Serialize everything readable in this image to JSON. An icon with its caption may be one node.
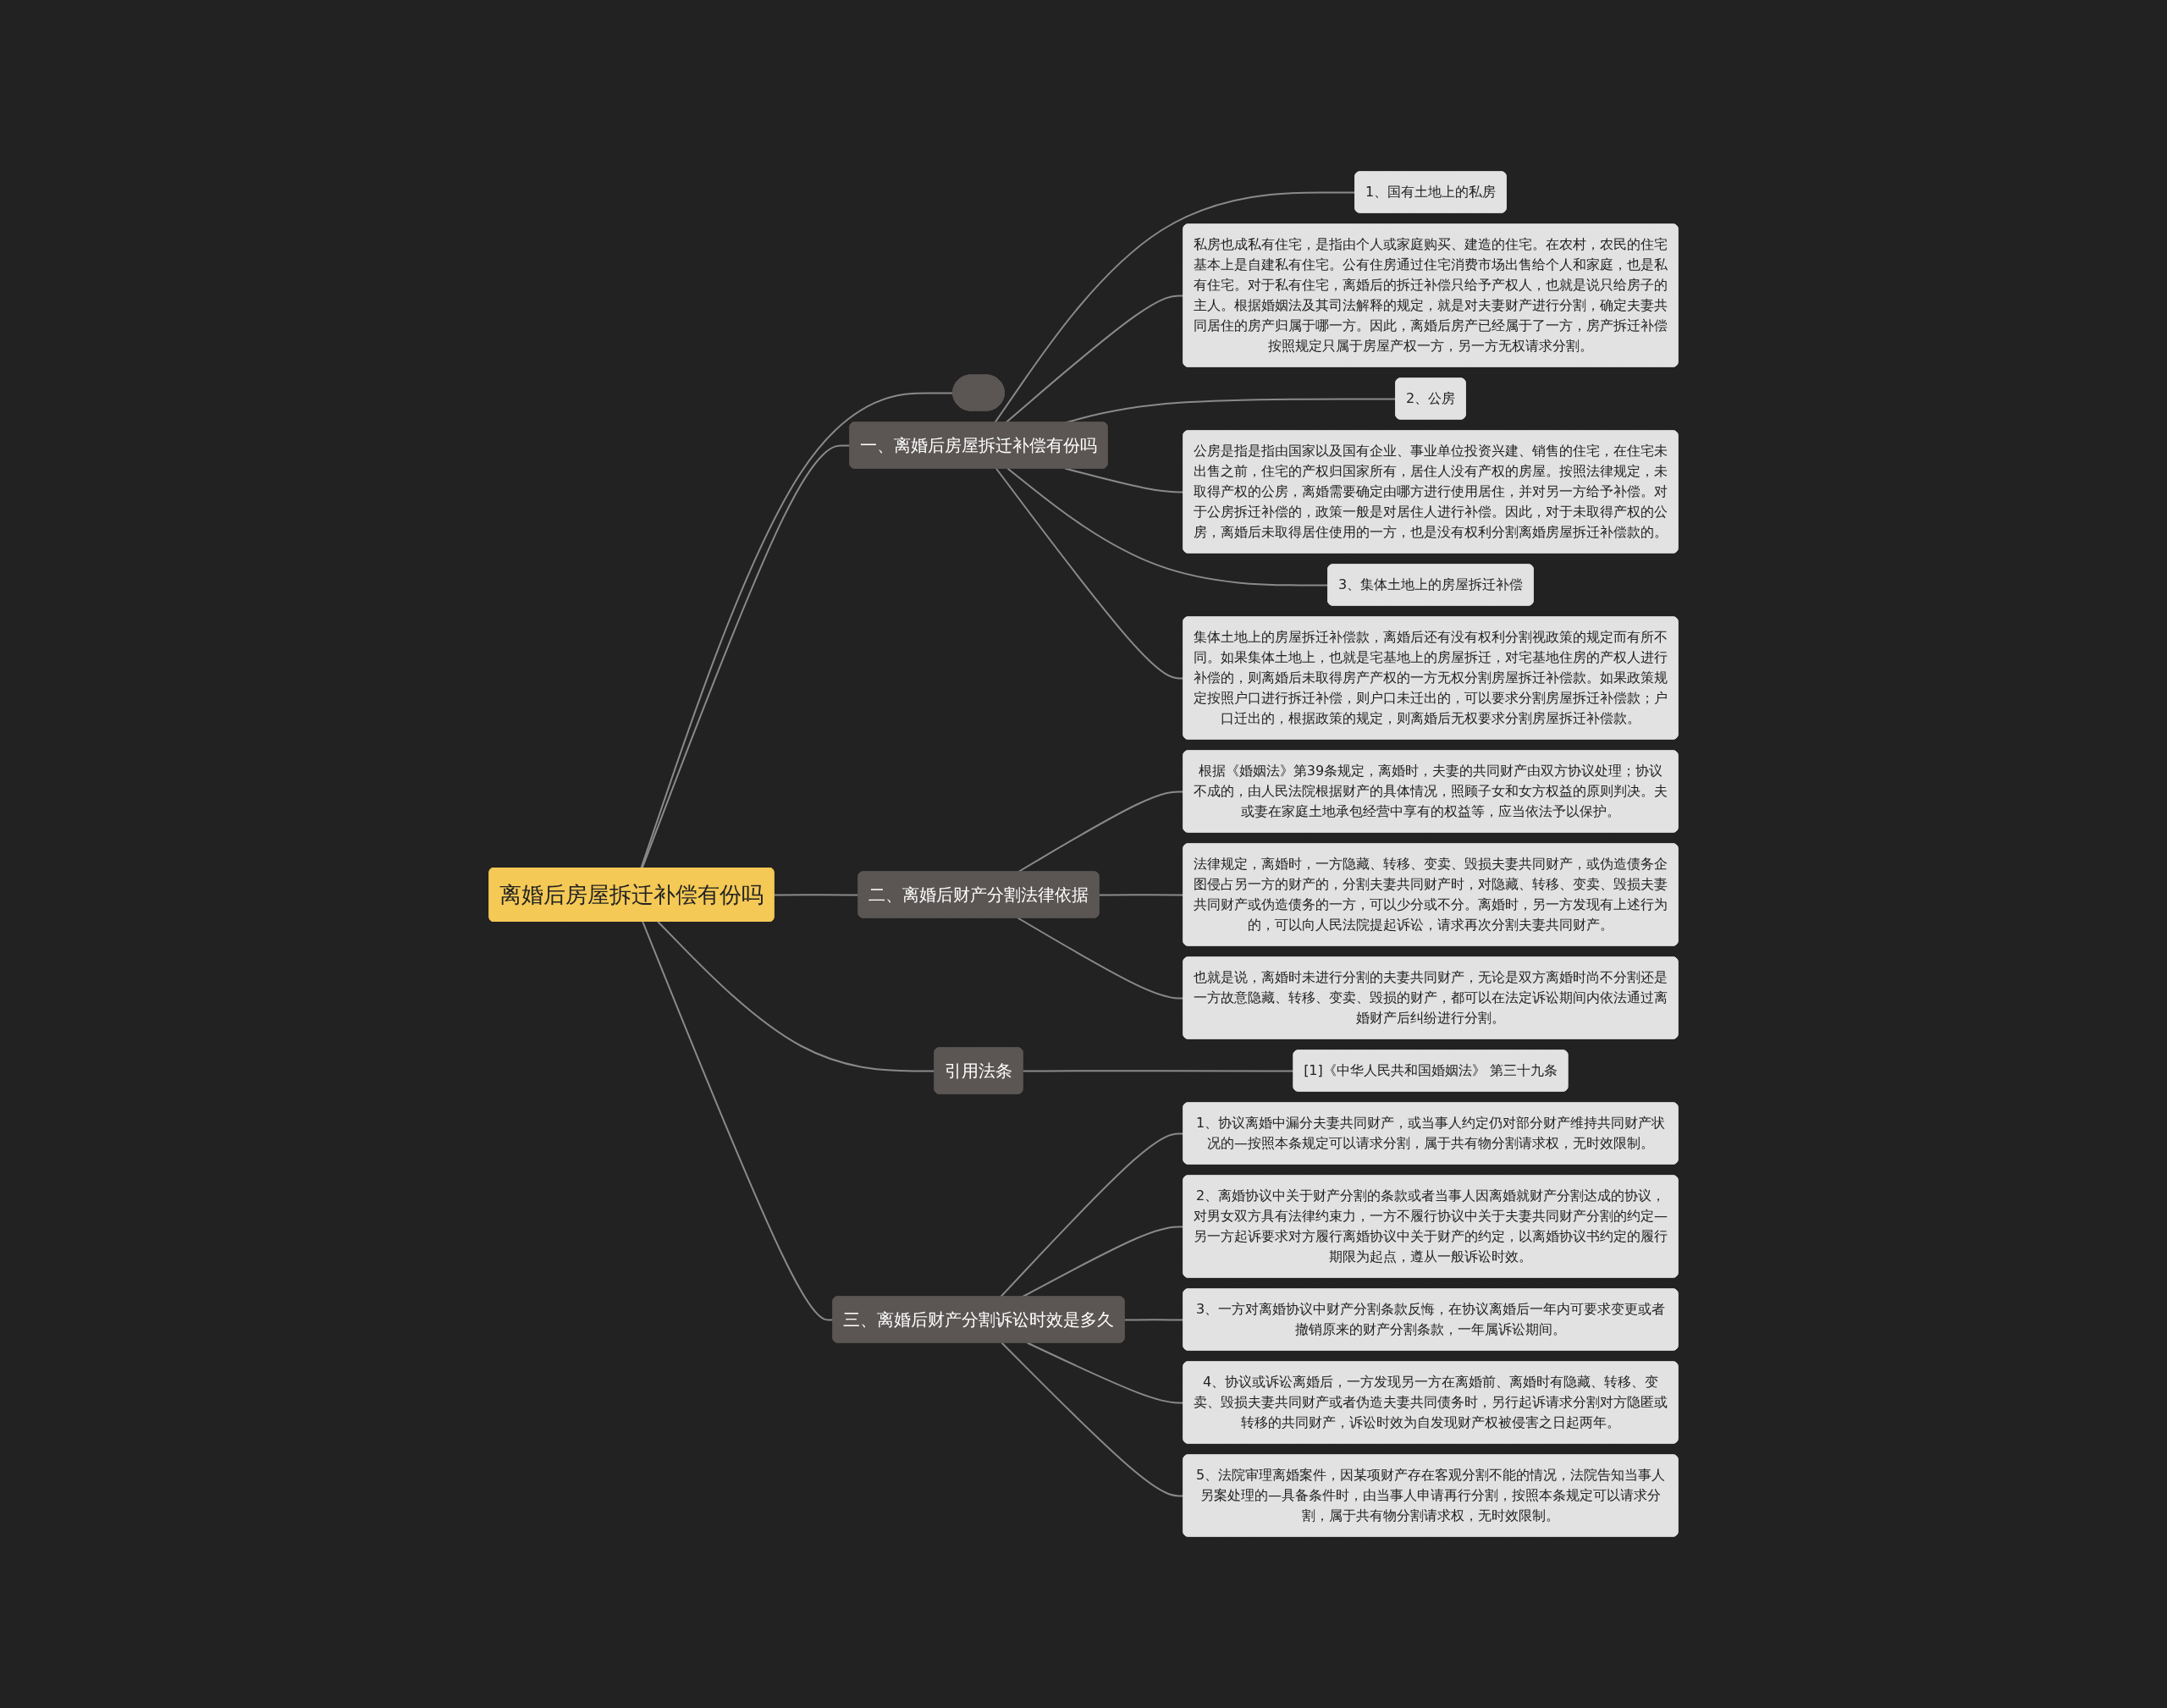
{
  "diagram": {
    "nodes": [
      {
        "text": [
          "离婚后房屋拆迁补偿有份吗"
        ]
      },
      {
        "text": [],
        "shape": "box"
      },
      {
        "text": [
          "一、离婚后房屋拆迁补偿有份吗"
        ]
      },
      {
        "text": [
          "1、国有土地上的私房"
        ]
      },
      {
        "text": [
          "私房也成私有住宅，是指由个人或家庭购买、建造的住宅。在农村，农民的住宅基本上是自建私有住宅。公有住房通过住宅消费市场出售给个人和家庭，也是私有住宅。对于私有住宅，离婚后的拆迁补偿只给予产权人，也就是说只给房子的主人。根据婚姻法及其司法解释的规定，就是对夫妻财产进行分割，确定夫妻共同居住的房产归属于哪一方。因此，离婚后房产已经属于了一方，房产拆迁补偿按照规定只属于房屋产权一方，另一方无权请求分割。"
        ]
      },
      {
        "text": [
          "2、公房"
        ]
      },
      {
        "text": [
          "公房是指是指由国家以及国有企业、事业单位投资兴建、销售的住宅，在住宅未出售之前，住宅的产权归国家所有，居住人没有产权的房屋。按照法律规定，未取得产权的公房，离婚需要确定由哪方进行使用居住，并对另一方给予补偿。对于公房拆迁补偿的，政策一般是对居住人进行补偿。因此，对于未取得产权的公房，离婚后未取得居住使用的一方，也是没有权利分割离婚房屋拆迁补偿款的。"
        ]
      },
      {
        "text": [
          "3、集体土地上的房屋拆迁补偿"
        ]
      },
      {
        "text": [
          "集体土地上的房屋拆迁补偿款，离婚后还有没有权利分割视政策的规定而有所不同。如果集体土地上，也就是宅基地上的房屋拆迁，对宅基地住房的产权人进行补偿的，则离婚后未取得房产产权的一方无权分割房屋拆迁补偿款。如果政策规定按照户口进行拆迁补偿，则户口未迁出的，可以要求分割房屋拆迁补偿款；户口迁出的，根据政策的规定，则离婚后无权要求分割房屋拆迁补偿款。"
        ]
      },
      {
        "text": [
          "二、离婚后财产分割法律依据"
        ]
      },
      {
        "text": [
          "根据《婚姻法》第39条规定，离婚时，夫妻的共同财产由双方协议处理；协议不成的，由人民法院根据财产的具体情况，照顾子女和女方权益的原则判决。夫或妻在家庭土地承包经营中享有的权益等，应当依法予以保护。"
        ]
      },
      {
        "text": [
          "法律规定，离婚时，一方隐藏、转移、变卖、毁损夫妻共同财产，或伪造债务企图侵占另一方的财产的，分割夫妻共同财产时，对隐藏、转移、变卖、毁损夫妻共同财产或伪造债务的一方，可以少分或不分。离婚时，另一方发现有上述行为的，可以向人民法院提起诉讼，请求再次分割夫妻共同财产。"
        ]
      },
      {
        "text": [
          "也就是说，离婚时未进行分割的夫妻共同财产，无论是双方离婚时尚不分割还是一方故意隐藏、转移、变卖、毁损的财产，都可以在法定诉讼期间内依法通过离婚财产后纠纷进行分割。"
        ]
      },
      {
        "text": [
          "引用法条"
        ]
      },
      {
        "text": [
          "[1]《中华人民共和国婚姻法》 第三十九条"
        ]
      },
      {
        "text": [
          "三、离婚后财产分割诉讼时效是多久"
        ]
      },
      {
        "text": [
          "1、协议离婚中漏分夫妻共同财产，或当事人约定仍对部分财产维持共同财产状况的—按照本条规定可以请求分割，属于共有物分割请求权，无时效限制。"
        ]
      },
      {
        "text": [
          "2、离婚协议中关于财产分割的条款或者当事人因离婚就财产分割达成的协议，对男女双方具有法律约束力，一方不履行协议中关于夫妻共同财产分割的约定—另一方起诉要求对方履行离婚协议中关于财产的约定，以离婚协议书约定的履行期限为起点，遵从一般诉讼时效。"
        ]
      },
      {
        "text": [
          "3、一方对离婚协议中财产分割条款反悔，在协议离婚后一年内可要求变更或者撤销原来的财产分割条款，一年属诉讼期间。"
        ]
      },
      {
        "text": [
          "4、协议或诉讼离婚后，一方发现另一方在离婚前、离婚时有隐藏、转移、变卖、毁损夫妻共同财产或者伪造夫妻共同债务时，另行起诉请求分割对方隐匿或转移的共同财产，诉讼时效为自发现财产权被侵害之日起两年。"
        ]
      },
      {
        "text": [
          "5、法院审理离婚案件，因某项财产存在客观分割不能的情况，法院告知当事人另案处理的—具备条件时，由当事人申请再行分割，按照本条规定可以请求分割，属于共有物分割请求权，无时效限制。"
        ]
      }
    ],
    "edges": [
      {
        "from": 0,
        "to": 1,
        "arrow": "none"
      },
      {
        "from": 0,
        "to": 2,
        "arrow": "none"
      },
      {
        "from": 2,
        "to": 3,
        "arrow": "none"
      },
      {
        "from": 2,
        "to": 4,
        "arrow": "none"
      },
      {
        "from": 2,
        "to": 5,
        "arrow": "none"
      },
      {
        "from": 2,
        "to": 6,
        "arrow": "none"
      },
      {
        "from": 2,
        "to": 7,
        "arrow": "none"
      },
      {
        "from": 2,
        "to": 8,
        "arrow": "none"
      },
      {
        "from": 0,
        "to": 9,
        "arrow": "none"
      },
      {
        "from": 9,
        "to": 10,
        "arrow": "none"
      },
      {
        "from": 9,
        "to": 11,
        "arrow": "none"
      },
      {
        "from": 9,
        "to": 12,
        "arrow": "none"
      },
      {
        "from": 0,
        "to": 13,
        "arrow": "none"
      },
      {
        "from": 13,
        "to": 14,
        "arrow": "none"
      },
      {
        "from": 0,
        "to": 15,
        "arrow": "none"
      },
      {
        "from": 15,
        "to": 16,
        "arrow": "none"
      },
      {
        "from": 15,
        "to": 17,
        "arrow": "none"
      },
      {
        "from": 15,
        "to": 18,
        "arrow": "none"
      },
      {
        "from": 15,
        "to": 19,
        "arrow": "none"
      },
      {
        "from": 15,
        "to": 20,
        "arrow": "none"
      }
    ]
  }
}
